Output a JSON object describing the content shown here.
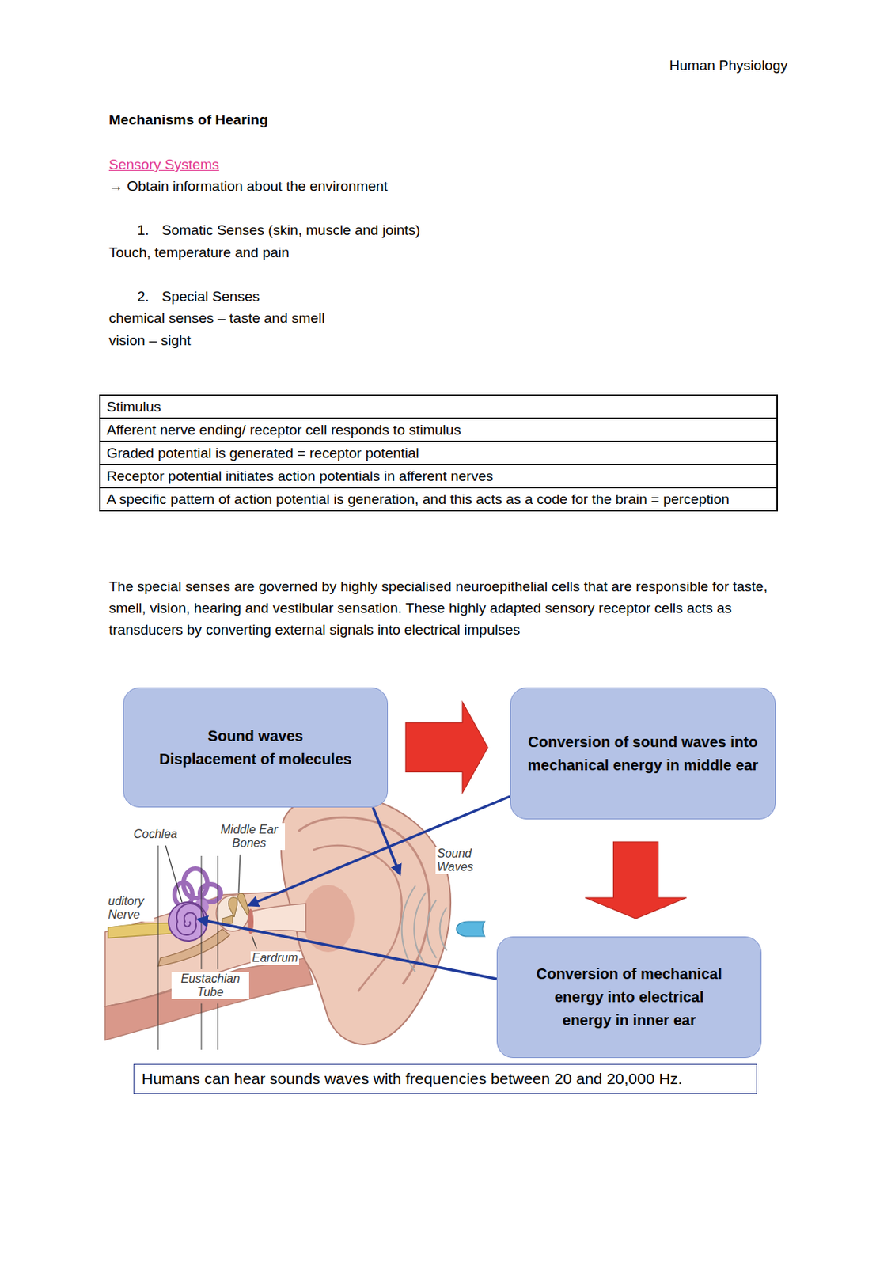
{
  "diagram": {
    "title": "Mechanisms of Hearing",
    "nodes": [
      {
        "text": [
          "Sound waves",
          "Displacement of molecules"
        ]
      },
      {
        "text": [
          "Conversion of sound waves into mechanical energy in middle ear"
        ]
      },
      {
        "text": [
          "Conversion of mechanical energy into electrical energy in inner ear"
        ]
      },
      {
        "text": [
          "Humans can hear sounds waves with frequencies between 20 and 20,000 Hz."
        ]
      }
    ],
    "edges": [
      {
        "from": 0,
        "to": 1,
        "arrow": "to"
      },
      {
        "from": 1,
        "to": 2,
        "arrow": "to"
      }
    ],
    "labels": [
      "Human Physiology",
      "Sensory Systems",
      "→ Obtain information about the environment",
      "1.",
      "Somatic Senses (skin, muscle and joints)",
      "Touch, temperature and pain",
      "2.",
      "Special Senses",
      "chemical senses – taste and smell",
      "vision – sight",
      "Stimulus",
      "Afferent nerve ending/ receptor cell responds to stimulus",
      "Graded potential is generated = receptor potential",
      "Receptor potential initiates action potentials in afferent nerves",
      "A specific pattern of action potential is generation, and this acts as a code for the brain = perception",
      "The special senses are governed by highly specialised neuroepithelial cells that are responsible for taste, smell, vision, hearing and vestibular sensation. These highly adapted sensory receptor cells acts as transducers by converting external signals into electrical impulses",
      "Cochlea",
      "Middle Ear Bones",
      "uditory Nerve",
      "Eardrum",
      "Eustachian Tube",
      "Sound Waves"
    ]
  }
}
